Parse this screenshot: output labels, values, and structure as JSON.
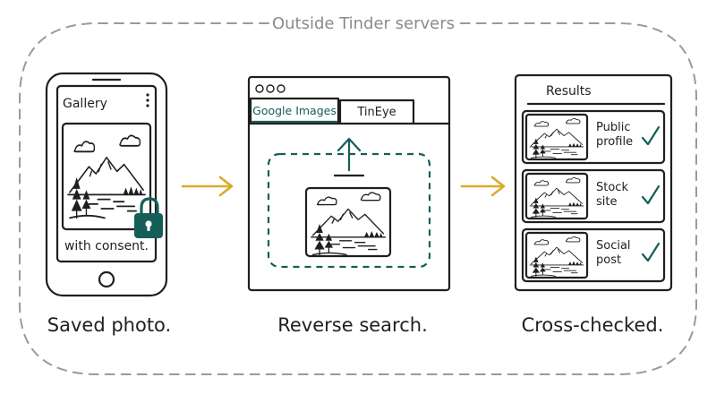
{
  "boundary": {
    "label": "Outside Tinder servers"
  },
  "phone": {
    "header": "Gallery",
    "caption": "with consent.",
    "icons": [
      "more-vert-icon",
      "lock-icon",
      "landscape-photo-icon"
    ]
  },
  "browser": {
    "tabs": [
      {
        "label": "Google Images",
        "active": true
      },
      {
        "label": "TinEye",
        "active": false
      }
    ],
    "icons": [
      "upload-arrow-icon",
      "landscape-photo-icon"
    ]
  },
  "results": {
    "header": "Results",
    "items": [
      {
        "label_line1": "Public",
        "label_line2": "profile",
        "status": "check-icon"
      },
      {
        "label_line1": "Stock",
        "label_line2": "site",
        "status": "check-icon"
      },
      {
        "label_line1": "Social",
        "label_line2": "post",
        "status": "check-icon"
      }
    ]
  },
  "steps": [
    {
      "caption": "Saved photo."
    },
    {
      "caption": "Reverse search."
    },
    {
      "caption": "Cross-checked."
    }
  ],
  "colors": {
    "ink": "#1f1f1f",
    "accent_teal": "#155e58",
    "arrow_gold": "#dcaa2a",
    "boundary_gray": "#9a9a9a"
  }
}
